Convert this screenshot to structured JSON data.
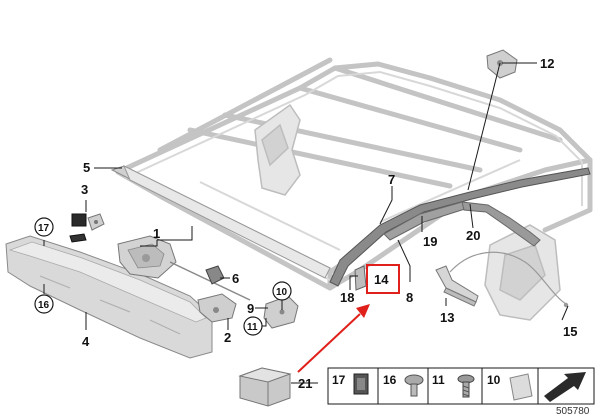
{
  "diagram": {
    "callouts": {
      "c1": "1",
      "c2": "2",
      "c3": "3",
      "c4": "4",
      "c5": "5",
      "c6": "6",
      "c7": "7",
      "c8": "8",
      "c9": "9",
      "c10": "10",
      "c11": "11",
      "c12": "12",
      "c13": "13",
      "c14": "14",
      "c15": "15",
      "c16": "16",
      "c17": "17",
      "c18": "18",
      "c19": "19",
      "c20": "20",
      "c21": "21"
    },
    "legend": {
      "items": [
        "17",
        "16",
        "11",
        "10"
      ]
    },
    "diagram_id": "505780",
    "colors": {
      "highlight": "#e0201a",
      "line": "#1a1a1a",
      "part_fill": "#dcdcdc",
      "frame": "#c8c8c8"
    }
  }
}
